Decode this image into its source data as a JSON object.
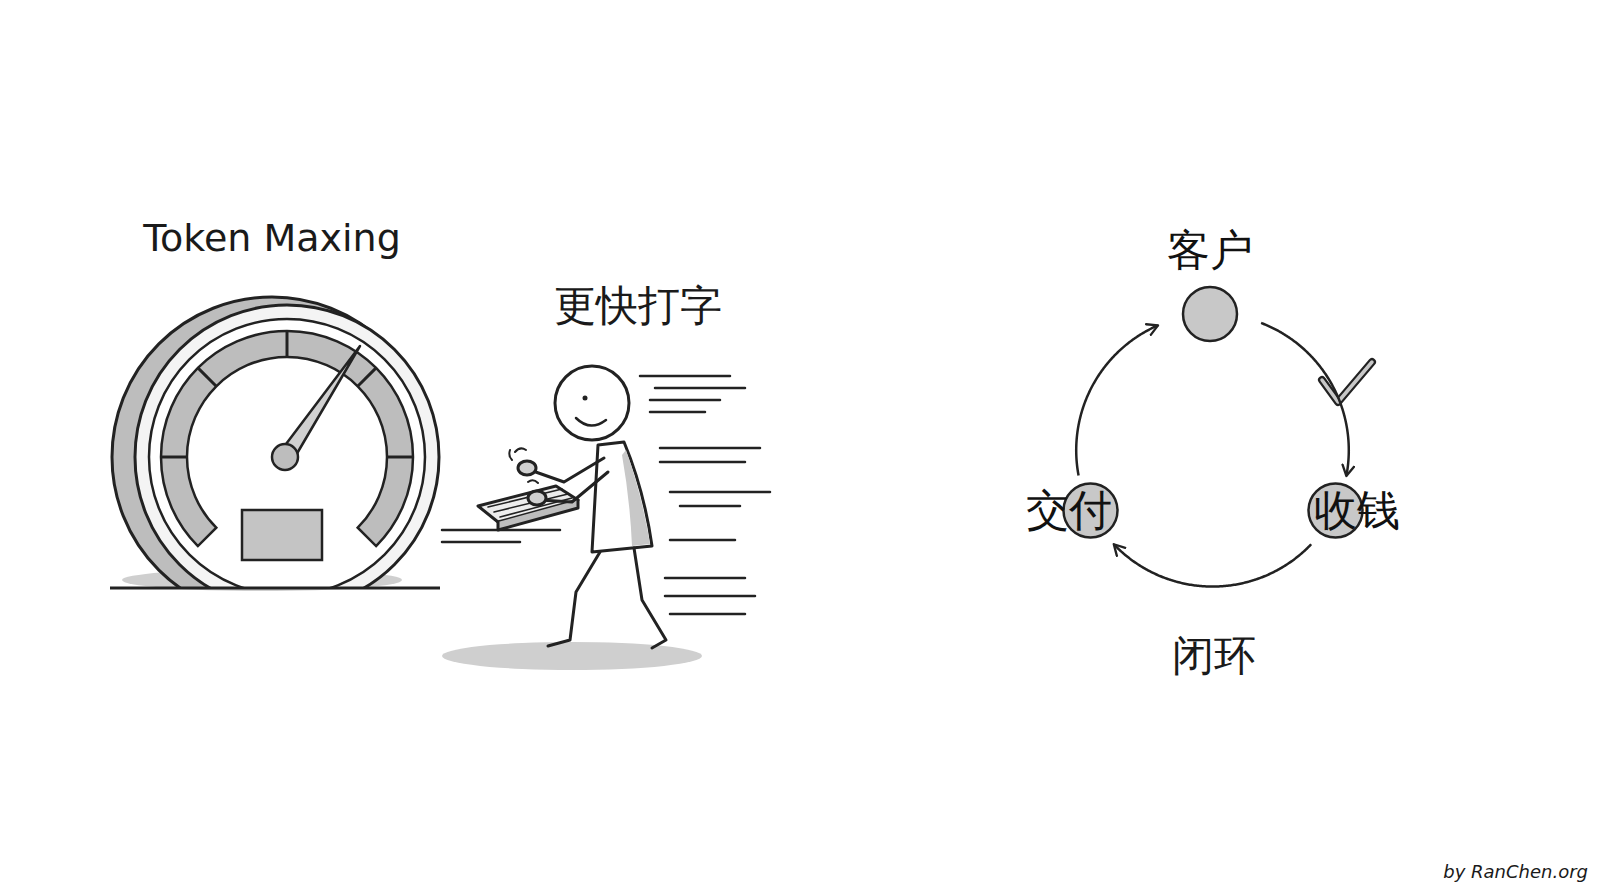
{
  "diagram": {
    "nodes": [
      {
        "text": [
          "客户"
        ]
      },
      {
        "text": [
          "交付"
        ]
      },
      {
        "text": [
          "收钱"
        ]
      }
    ],
    "edges": [
      {
        "from": 0,
        "to": 2,
        "arrow": "to"
      },
      {
        "from": 2,
        "to": 1,
        "arrow": "to"
      },
      {
        "from": 1,
        "to": 0,
        "arrow": "to"
      }
    ],
    "labels": [
      "Token Maxing",
      "更快打字",
      "闭环",
      "by RanChen.org"
    ]
  }
}
